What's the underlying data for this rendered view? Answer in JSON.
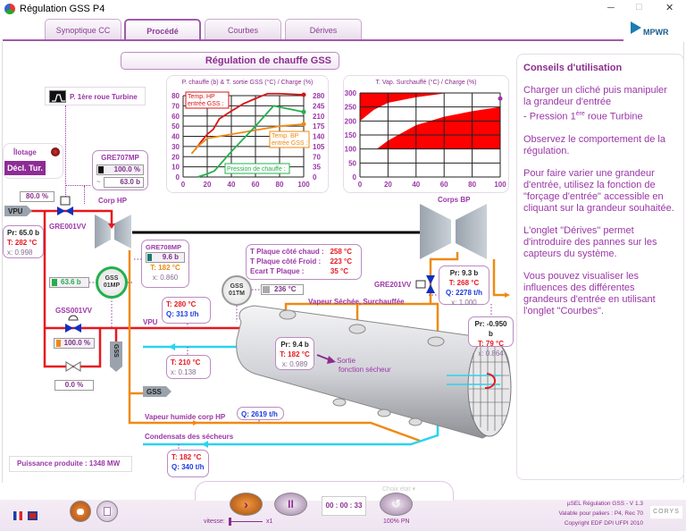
{
  "window": {
    "title": "Régulation GSS P4",
    "controls": [
      "─",
      "□",
      "✕"
    ]
  },
  "tabs": [
    {
      "label": "Synoptique CC"
    },
    {
      "label": "Procédé",
      "active": true
    },
    {
      "label": "Courbes"
    },
    {
      "label": "Dérives"
    }
  ],
  "logo": {
    "text": "MPWR"
  },
  "page_title": "Régulation de chauffe GSS",
  "input_selector": {
    "label": "P. 1ère roue Turbine"
  },
  "ilotage": {
    "label": "Îlotage",
    "button": "Décl. Tur.",
    "led_color": "#8b0000"
  },
  "gre707mp": {
    "name": "GRE707MP",
    "opening": "100.0 %",
    "opening_fraction": 1.0,
    "pressure": "63.0 b",
    "tilde": "~"
  },
  "gre001vv": {
    "name": "GRE001VV",
    "setpoint": "80.0 %"
  },
  "vpu_tag": "VPU",
  "vpu_in": {
    "pr": "Pr: 65.0 b",
    "t": "T: 282 °C",
    "x": "x: 0.998"
  },
  "corp_hp": "Corp HP",
  "corps_bp": "Corps BP",
  "gre708mp": {
    "name": "GRE708MP",
    "pressure": "9.6 b",
    "t": "T: 182 °C",
    "x": "x: 0.860"
  },
  "gss01mp": {
    "name1": "GSS",
    "name2": "01MP",
    "value": "63.6 b"
  },
  "gss001vv": {
    "name": "GSS001VV",
    "opening": "100.0 %",
    "bypass": "0.0 %"
  },
  "gss_tag_v": "GSS",
  "vpu_flow": {
    "label": "VPU",
    "t": "T: 280 °C",
    "q": "Q: 313 t/h"
  },
  "return_flow": {
    "t": "T: 210 °C",
    "x": "x: 0.138"
  },
  "gss_tag_h": "GSS",
  "gss01tm": {
    "name1": "GSS",
    "name2": "01TM",
    "value": "236 °C"
  },
  "plaque": {
    "rows": [
      {
        "label": "T Plaque côté chaud :",
        "value": "258 °C"
      },
      {
        "label": "T Plaque côté Froid :",
        "value": "223 °C"
      },
      {
        "label": "Ecart T Plaque :",
        "value": "35 °C"
      }
    ]
  },
  "vapeur_sechee": "Vapeur Séchée, Surchauffée",
  "gre201vv": {
    "name": "GRE201VV"
  },
  "bp_in": {
    "pr": "Pr: 9.3 b",
    "t": "T: 268 °C",
    "q": "Q: 2278 t/h",
    "x": "x: 1.000"
  },
  "bp_out": {
    "pr": "Pr: -0.950 b",
    "t": "T: 79 °C",
    "x": "x: 0.864"
  },
  "vessel": {
    "pr": "Pr: 9.4 b",
    "t": "T: 182 °C",
    "x": "x: 0.989",
    "sortie1": "Sortie",
    "sortie2": "fonction sécheur"
  },
  "vapeur_humide": {
    "label": "Vapeur humide corp HP",
    "q": "Q: 2619 t/h"
  },
  "condensats": {
    "label": "Condensats des sécheurs",
    "t": "T: 182 °C",
    "q": "Q: 340 t/h"
  },
  "puissance": "Puissance produite : 1348 MW",
  "advice": {
    "title": "Conseils d'utilisation",
    "p1a": "Charger un cliché puis manipuler la grandeur d'entrée",
    "p1b": "- Pression 1",
    "p1sup": "ère",
    "p1c": " roue Turbine",
    "p2": "Observez le comportement de la régulation.",
    "p3": "Pour faire varier une grandeur d'entrée, utilisez la fonction de \"forçage d'entrée\" accessible en cliquant sur la grandeur souhaitée.",
    "p4": "L'onglet \"Dérives\" permet d'introduire des pannes sur les capteurs du système.",
    "p5": "Vous pouvez visualiser les influences des différentes grandeurs d'entrée en utilisant l'onglet \"Courbes\"."
  },
  "bottom": {
    "choix": "Choix état ▾",
    "time": "00 : 00 : 33",
    "vitesse": "vitesse:",
    "speed": "x1",
    "pn": "100% PN",
    "version": "µSEL Régulation GSS - V 1.3",
    "valid": "Valable pour paliers :  P4, Rec 70",
    "copyright": "Copyright  EDF DPI UFPI 2010",
    "corys": "CORYS"
  },
  "colors": {
    "steam_hp": "#e8171e",
    "steam_bp": "#ef8a12",
    "water": "#29d3f0",
    "accent": "#9b36a8",
    "ok_green": "#22b04b"
  },
  "chart_data": [
    {
      "type": "line",
      "title": "P. chauffe (b) & T. sortie GSS (°C) / Charge (%)",
      "xlim": [
        0,
        100
      ],
      "ylim": [
        0,
        80
      ],
      "y2lim": [
        0,
        280
      ],
      "xticks": [
        0,
        20,
        40,
        60,
        80,
        100
      ],
      "yticks": [
        0,
        10,
        20,
        30,
        40,
        50,
        60,
        70,
        80
      ],
      "y2ticks": [
        0,
        35,
        70,
        105,
        140,
        175,
        210,
        245,
        280
      ],
      "grid": true,
      "series": [
        {
          "name": "Temp. HP entrée GSS :",
          "axis": "right",
          "color": "#d81414",
          "x": [
            10,
            15,
            20,
            25,
            30,
            40,
            50,
            60,
            70,
            80,
            100
          ],
          "y": [
            94,
            122,
            147,
            164,
            200,
            227,
            252,
            270,
            287,
            287,
            283
          ]
        },
        {
          "name": "Temp. BP entrée GSS :",
          "axis": "right",
          "color": "#ef8a12",
          "x": [
            7,
            12,
            20,
            30,
            40,
            60,
            80,
            100
          ],
          "y": [
            80,
            105,
            133,
            140,
            147,
            161,
            175,
            182
          ]
        },
        {
          "name": "Pression de chauffe :",
          "axis": "left",
          "color": "#22b04b",
          "x": [
            12,
            20,
            26,
            40,
            60,
            75,
            100
          ],
          "y": [
            0,
            3,
            6,
            25,
            50,
            70,
            64
          ]
        }
      ]
    },
    {
      "type": "area",
      "title": "T. Vap. Surchauffé (°C) / Charge (%)",
      "xlim": [
        0,
        100
      ],
      "ylim": [
        0,
        300
      ],
      "xticks": [
        0,
        20,
        40,
        60,
        80,
        100
      ],
      "yticks": [
        0,
        50,
        100,
        150,
        200,
        250,
        300
      ],
      "grid": true,
      "upper_limit": {
        "color": "#ff0000",
        "x": [
          0,
          10,
          20,
          40,
          60
        ],
        "y": [
          200,
          240,
          265,
          285,
          298
        ],
        "fill_to": 300
      },
      "lower_limit": {
        "color": "#ff0000",
        "x": [
          12,
          20,
          40,
          60,
          80,
          100
        ],
        "y": [
          100,
          130,
          185,
          215,
          235,
          250
        ],
        "fill_to": 100
      },
      "point": {
        "x": 100,
        "y": 280,
        "color": "#9b36a8"
      }
    }
  ]
}
